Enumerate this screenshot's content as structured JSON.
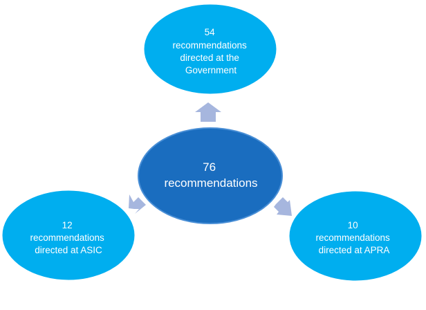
{
  "colors": {
    "center_fill": "#1a6dbf",
    "center_stroke": "#4a8fd6",
    "outer_fill": "#00aeef",
    "outer_stroke": "#ffffff",
    "arrow_fill": "#a6b6de",
    "text": "#ffffff"
  },
  "center": {
    "lines": [
      "76",
      "recommendations"
    ]
  },
  "government": {
    "lines": [
      "54",
      "recommendations",
      "directed at the",
      "Government"
    ]
  },
  "asic": {
    "lines": [
      "12",
      "recommendations",
      "directed at ASIC"
    ]
  },
  "apra": {
    "lines": [
      "10",
      "recommendations",
      "directed at APRA"
    ]
  },
  "arrows": [
    {
      "from": "center",
      "to": "government",
      "icon": "arrow-up-icon"
    },
    {
      "from": "center",
      "to": "asic",
      "icon": "arrow-down-left-icon"
    },
    {
      "from": "center",
      "to": "apra",
      "icon": "arrow-down-right-icon"
    }
  ]
}
